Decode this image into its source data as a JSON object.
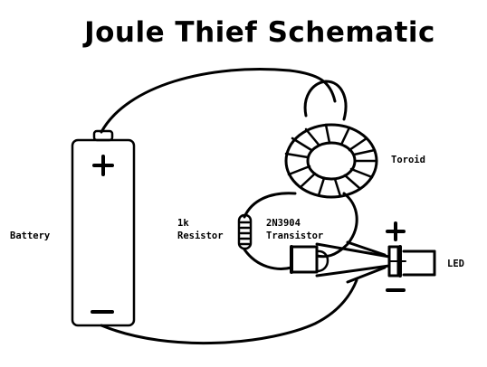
{
  "title": "Joule Thief Schematic",
  "labels": {
    "battery": "Battery",
    "toroid": "Toroid",
    "resistor_value": "1k",
    "resistor": "Resistor",
    "transistor_model": "2N3904",
    "transistor": "Transistor",
    "led": "LED",
    "plus": "+",
    "minus": "−"
  },
  "colors": {
    "ink": "#000000",
    "background": "#ffffff"
  }
}
